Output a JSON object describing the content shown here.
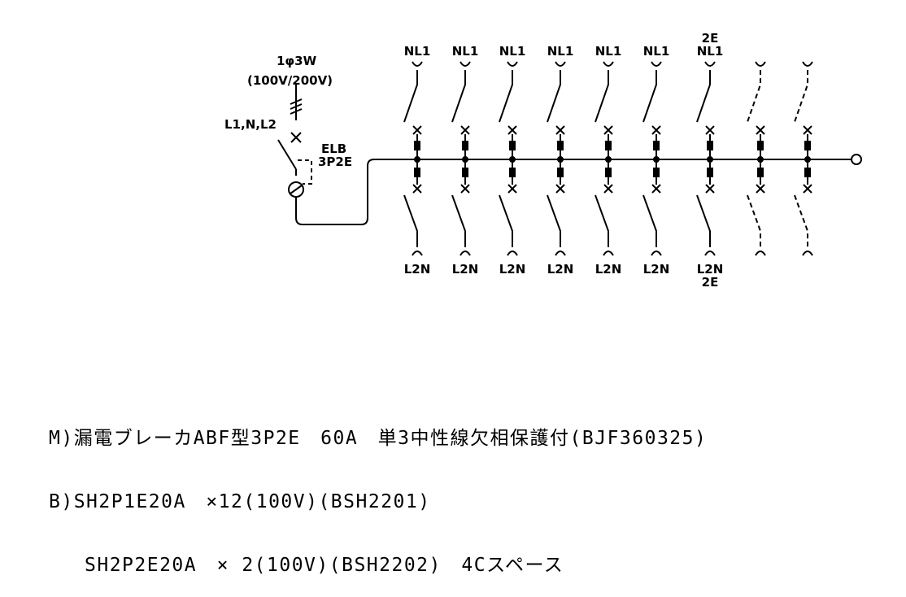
{
  "supply": {
    "phase_label": "1φ3W",
    "voltage_label": "(100V/200V)",
    "lines_label": "L1,N,L2"
  },
  "main_breaker": {
    "type_label": "ELB",
    "poles_label": "3P2E"
  },
  "branches": [
    {
      "top": [
        "NL1"
      ],
      "bottom": [
        "L2N"
      ],
      "spare": false
    },
    {
      "top": [
        "NL1"
      ],
      "bottom": [
        "L2N"
      ],
      "spare": false
    },
    {
      "top": [
        "NL1"
      ],
      "bottom": [
        "L2N"
      ],
      "spare": false
    },
    {
      "top": [
        "NL1"
      ],
      "bottom": [
        "L2N"
      ],
      "spare": false
    },
    {
      "top": [
        "NL1"
      ],
      "bottom": [
        "L2N"
      ],
      "spare": false
    },
    {
      "top": [
        "NL1"
      ],
      "bottom": [
        "L2N"
      ],
      "spare": false
    },
    {
      "top": [
        "2E",
        "NL1"
      ],
      "bottom": [
        "L2N",
        "2E"
      ],
      "spare": false
    },
    {
      "top": [],
      "bottom": [],
      "spare": true
    },
    {
      "top": [],
      "bottom": [],
      "spare": true
    }
  ],
  "notes": [
    {
      "prefix": "M)",
      "text": "漏電ブレーカABF型3P2E　60A　単3中性線欠相保護付(BJF360325)"
    },
    {
      "prefix": "B)",
      "text": "SH2P1E20A　×12(100V)(BSH2201)"
    },
    {
      "prefix": "",
      "text": "SH2P2E20A　× 2(100V)(BSH2202)　4Cスペース"
    }
  ]
}
